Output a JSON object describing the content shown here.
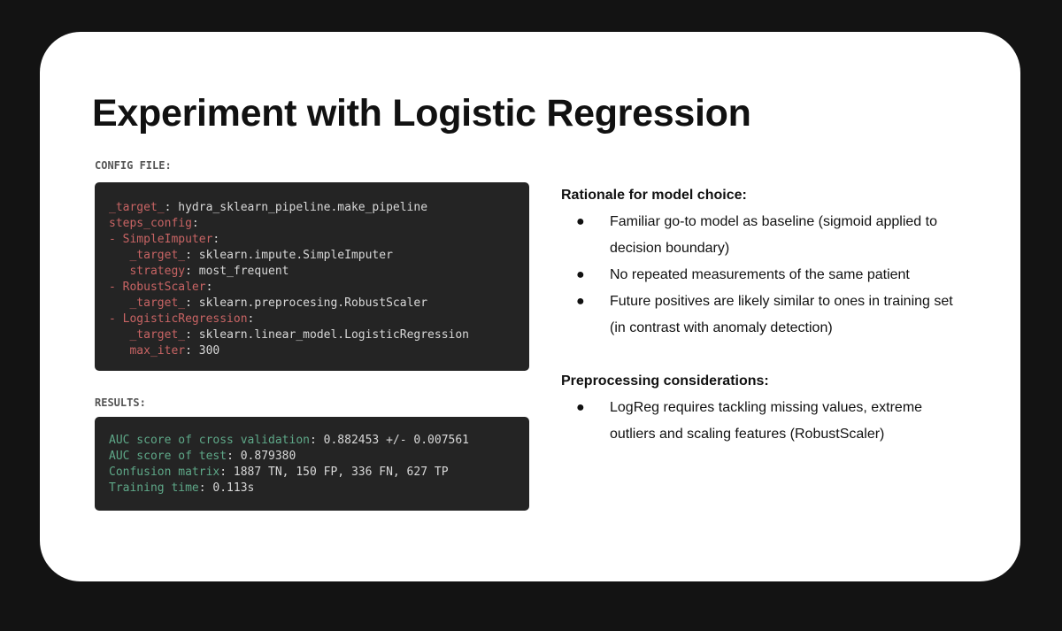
{
  "title": "Experiment with Logistic Regression",
  "config": {
    "label": "CONFIG FILE:",
    "lines": [
      {
        "indent": "",
        "key": "_target_",
        "sep": ": ",
        "value": "hydra_sklearn_pipeline.make_pipeline"
      },
      {
        "indent": "",
        "key": "steps_config",
        "sep": ":",
        "value": ""
      },
      {
        "indent": "- ",
        "key": "SimpleImputer",
        "sep": ":",
        "value": ""
      },
      {
        "indent": "   ",
        "key": "_target_",
        "sep": ": ",
        "value": "sklearn.impute.SimpleImputer"
      },
      {
        "indent": "   ",
        "key": "strategy",
        "sep": ": ",
        "value": "most_frequent"
      },
      {
        "indent": "- ",
        "key": "RobustScaler",
        "sep": ":",
        "value": ""
      },
      {
        "indent": "   ",
        "key": "_target_",
        "sep": ": ",
        "value": "sklearn.preprocesing.RobustScaler"
      },
      {
        "indent": "- ",
        "key": "LogisticRegression",
        "sep": ":",
        "value": ""
      },
      {
        "indent": "   ",
        "key": "_target_",
        "sep": ": ",
        "value": "sklearn.linear_model.LogisticRegression"
      },
      {
        "indent": "   ",
        "key": "max_iter",
        "sep": ": ",
        "value": "300"
      }
    ]
  },
  "results": {
    "label": "RESULTS:",
    "lines": [
      {
        "key": "AUC score of cross validation",
        "value": "0.882453 +/- 0.007561"
      },
      {
        "key": "AUC score of test",
        "value": "0.879380"
      },
      {
        "key": "Confusion matrix",
        "value": "1887 TN, 150 FP, 336 FN, 627 TP"
      },
      {
        "key": "Training time",
        "value": "0.113s"
      }
    ]
  },
  "rationale": {
    "heading": "Rationale for model choice:",
    "bullets": [
      "Familiar go-to model as baseline (sigmoid applied to decision boundary)",
      "No repeated measurements of the same patient",
      "Future positives are likely similar to ones in training set (in contrast with anomaly detection)"
    ]
  },
  "preprocessing": {
    "heading": "Preprocessing considerations:",
    "bullets": [
      "LogReg requires tackling missing values, extreme outliers and scaling features (RobustScaler)"
    ]
  },
  "bullet_char": "●"
}
